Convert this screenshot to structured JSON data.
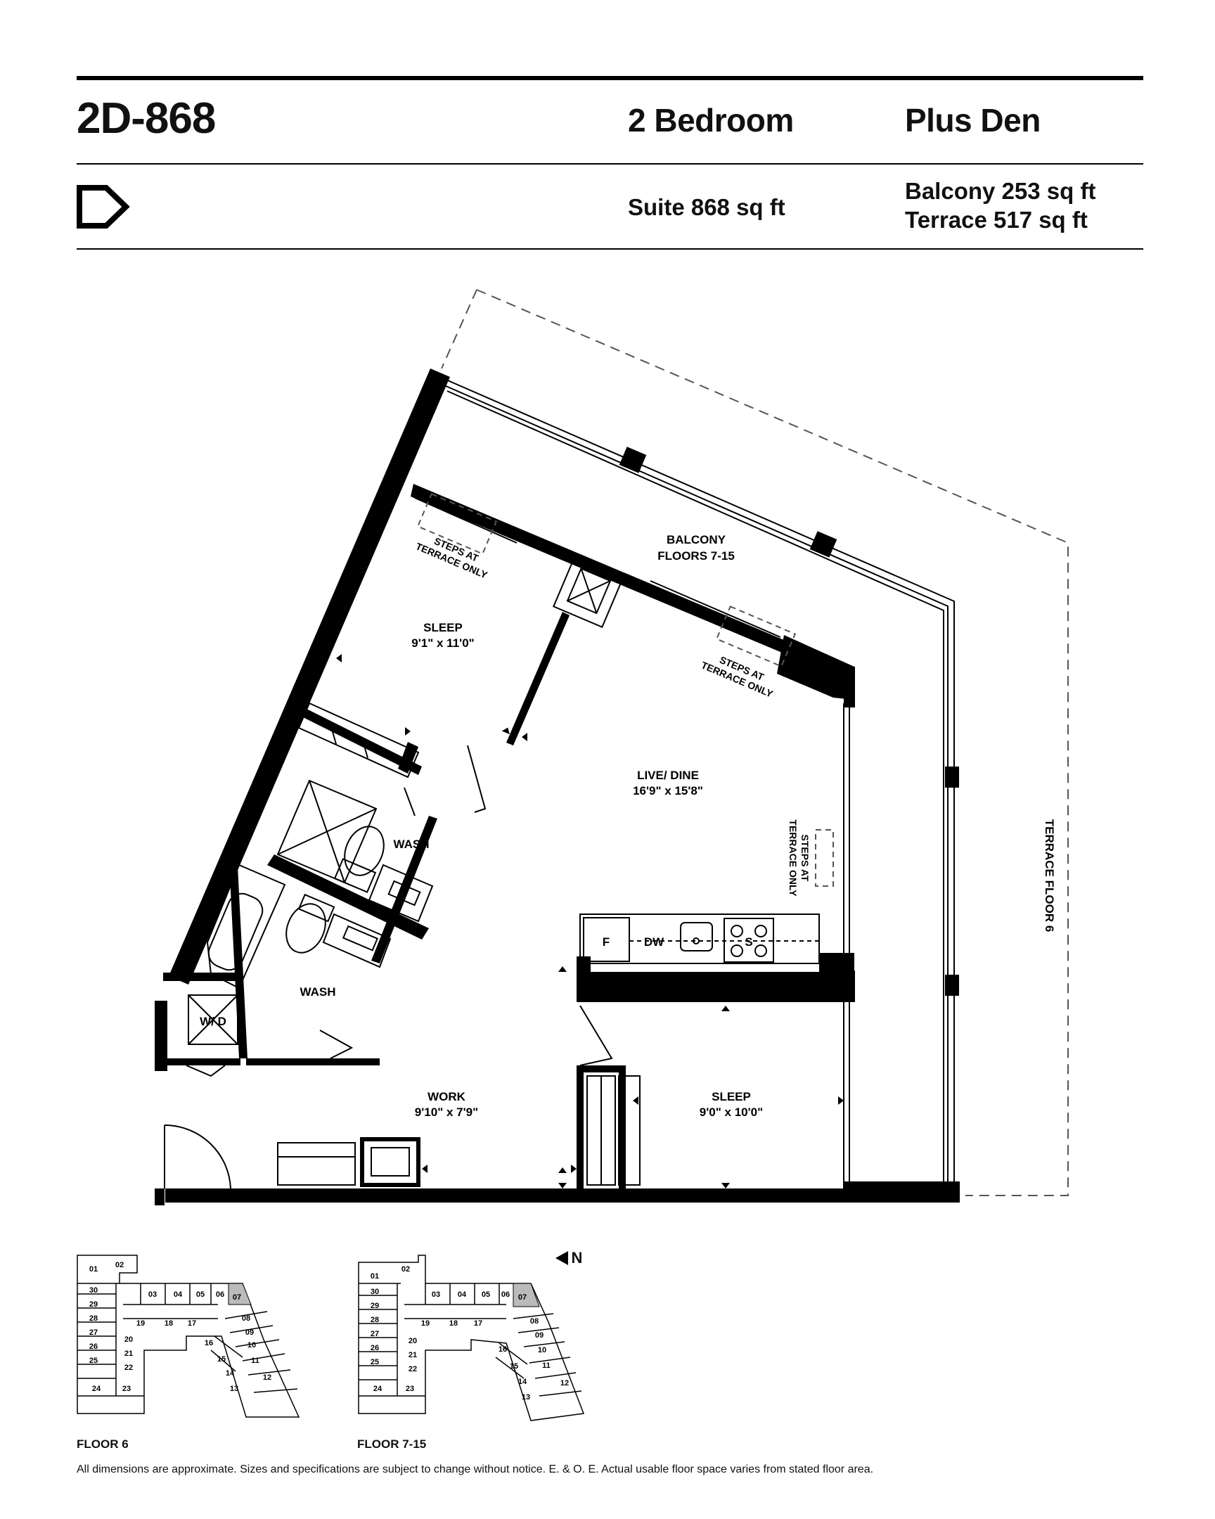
{
  "header": {
    "unit_code": "2D-868",
    "bedrooms": "2 Bedroom",
    "plus": "Plus Den",
    "suite_area": "Suite 868 sq ft",
    "balcony_area": "Balcony 253 sq ft",
    "terrace_area": "Terrace 517 sq ft",
    "logo_icon": "d-arrow-logo-icon"
  },
  "plan": {
    "rooms": {
      "balcony": "BALCONY",
      "balcony_floors": "FLOORS 7-15",
      "sleep1": "SLEEP",
      "sleep1_dim": "9'1\" x 11'0\"",
      "live_dine": "LIVE/ DINE",
      "live_dine_dim": "16'9\" x 15'8\"",
      "wash1": "WASH",
      "wash2": "WASH",
      "wd": "W/ D",
      "work": "WORK",
      "work_dim": "9'10\" x 7'9\"",
      "sleep2": "SLEEP",
      "sleep2_dim": "9'0\" x 10'0\"",
      "fridge": "F",
      "dishwasher": "DW",
      "stove": "S",
      "terrace_side": "TERRACE FLOOR 6"
    },
    "steps_notes": {
      "line1": "STEPS AT",
      "line2": "TERRACE ONLY"
    }
  },
  "keyplans": {
    "north_label": "N",
    "floor6_label": "FLOOR 6",
    "floor7_label": "FLOOR 7-15",
    "units_left": [
      "01",
      "02",
      "30",
      "29",
      "28",
      "27",
      "26",
      "25",
      "24",
      "23",
      "22",
      "21",
      "20",
      "19"
    ],
    "units_top": [
      "03",
      "04",
      "05",
      "06",
      "07"
    ],
    "units_mid": [
      "18",
      "17"
    ],
    "units_right": [
      "08",
      "09",
      "10",
      "11",
      "12",
      "13",
      "14",
      "15",
      "16"
    ],
    "highlighted_unit": "07"
  },
  "footer": {
    "disclaimer": "All dimensions are approximate. Sizes and specifications are subject to change without notice. E. & O. E. Actual usable floor space varies from stated floor area."
  }
}
